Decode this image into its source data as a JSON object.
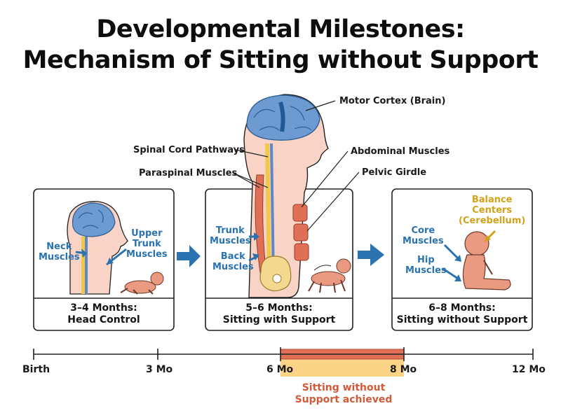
{
  "title": {
    "line1": "Developmental Milestones:",
    "line2": "Mechanism of Sitting without Support"
  },
  "labels": {
    "motor_cortex": "Motor Cortex (Brain)",
    "spinal_cord": "Spinal Cord Pathways",
    "paraspinal": "Paraspinal Muscles",
    "abdominal": "Abdominal Muscles",
    "pelvic": "Pelvic Girdle",
    "neck": "Neck\nMuscles",
    "upper_trunk": "Upper\nTrunk\nMuscles",
    "trunk": "Trunk\nMuscles",
    "back": "Back\nMuscles",
    "core": "Core\nMuscles",
    "hip": "Hip\nMuscles",
    "balance": "Balance\nCenters\n(Cerebellum)"
  },
  "stages": [
    {
      "caption": "3–4 Months:\nHead Control"
    },
    {
      "caption": "5–6 Months:\nSitting with Support"
    },
    {
      "caption": "6–8 Months:\nSitting without Support"
    }
  ],
  "timeline": {
    "ticks": [
      "Birth",
      "3 Mo",
      "6 Mo",
      "8 Mo",
      "12 Mo"
    ],
    "achieved": "Sitting without\nSupport achieved"
  },
  "colors": {
    "skin": "#f8d3c6",
    "brain": "#6d9ad0",
    "muscle": "#e07055",
    "bone": "#f5d890",
    "arrow": "#2a73b0",
    "timeline_bar": "#e07055",
    "timeline_band": "#fbd487"
  }
}
